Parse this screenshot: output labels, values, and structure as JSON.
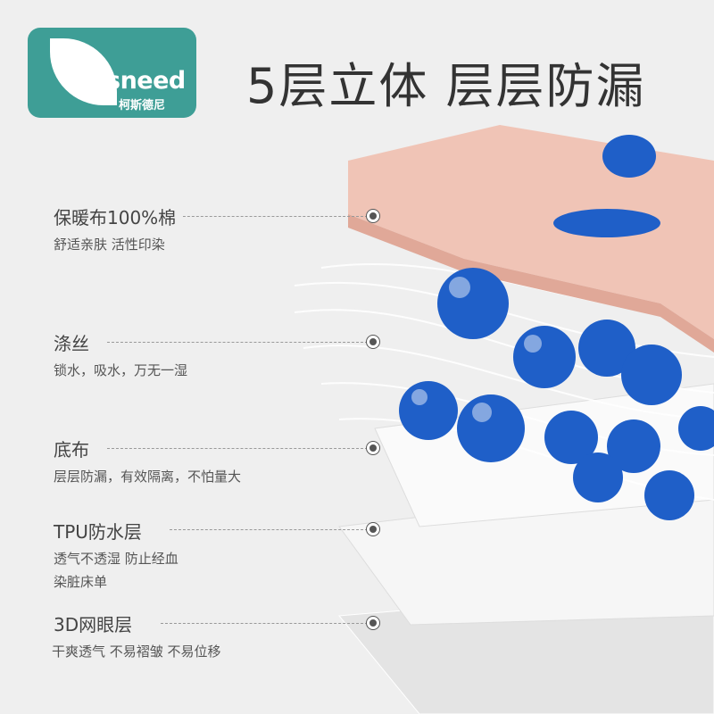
{
  "brand": {
    "name_en": "Kidsneed",
    "name_cn": "柯斯德尼",
    "color": "#3e9e96"
  },
  "headline": "5层立体 层层防漏",
  "features": [
    {
      "title": "保暖布100%棉",
      "subtitle": [
        "舒适亲肤 活性印染"
      ]
    },
    {
      "title": "涤丝",
      "subtitle": [
        "锁水，吸水，万无一湿"
      ]
    },
    {
      "title": "底布",
      "subtitle": [
        "层层防漏，有效隔离，不怕量大"
      ]
    },
    {
      "title": "TPU防水层",
      "subtitle": [
        "透气不透湿 防止经血",
        "染脏床单"
      ]
    },
    {
      "title": "3D网眼层",
      "subtitle": [
        "干爽透气 不易褶皱 不易位移"
      ]
    }
  ],
  "colors": {
    "background": "#efefef",
    "pink_layer": "#f0c4b6",
    "droplet": "#1f5fc8"
  }
}
